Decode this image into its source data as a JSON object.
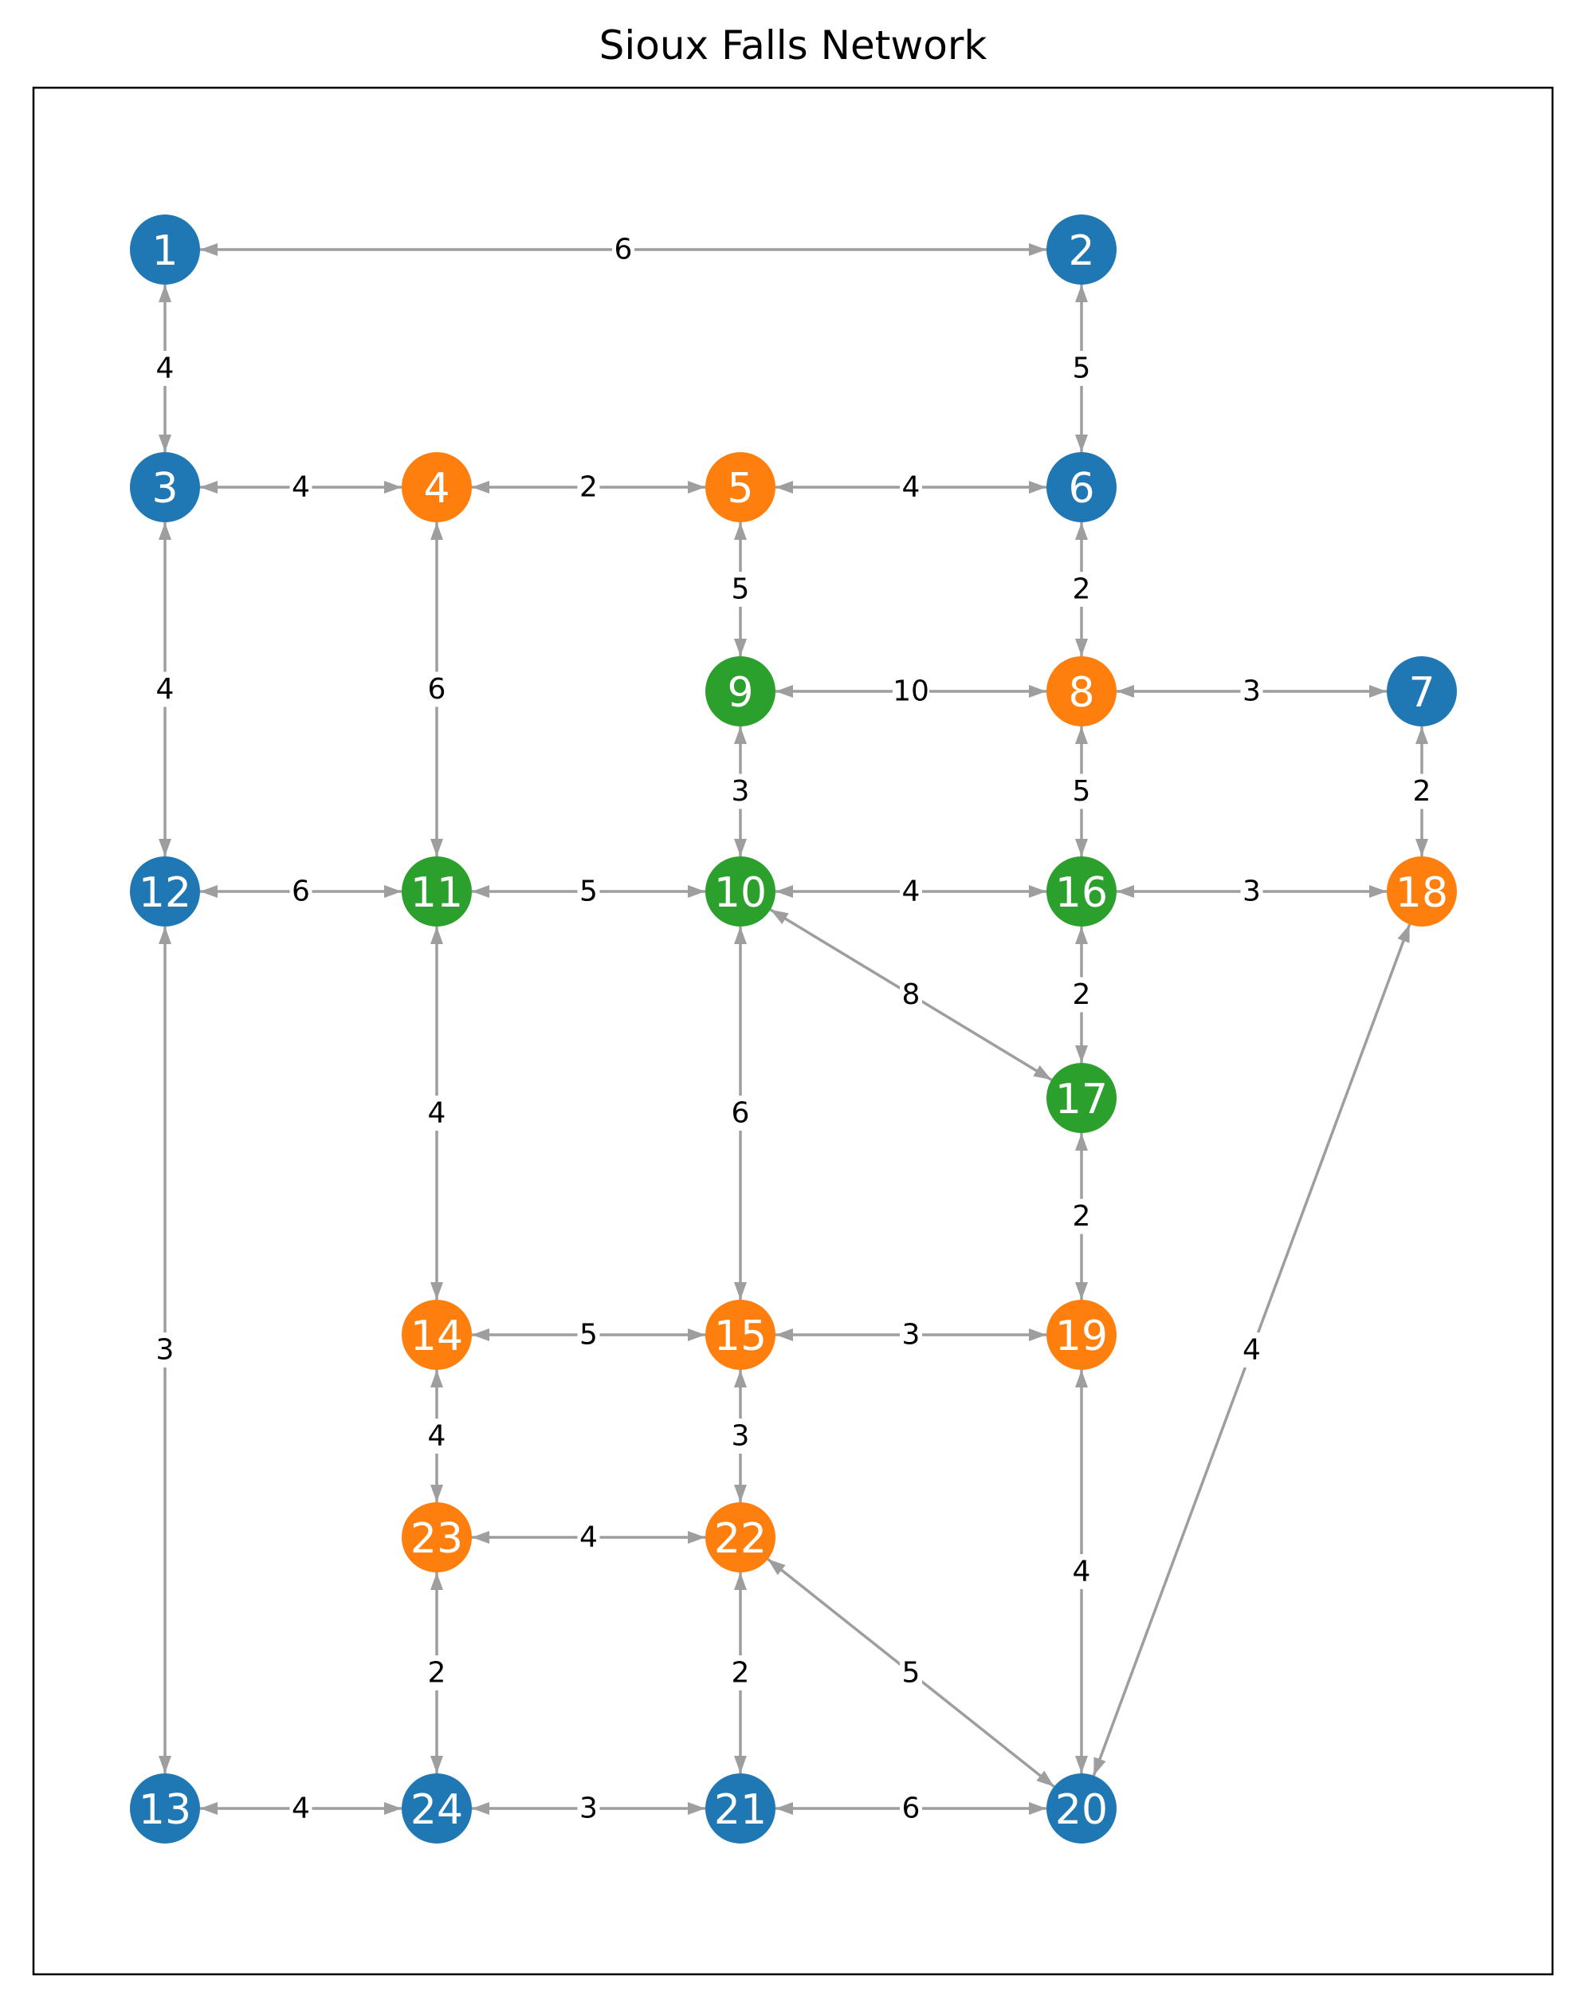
{
  "title": "Sioux Falls Network",
  "colors": {
    "blue": "#1f77b4",
    "orange": "#ff7f0e",
    "green": "#2ca02c",
    "edge": "#9e9e9e"
  },
  "nodes": [
    {
      "id": "1",
      "group": "blue"
    },
    {
      "id": "2",
      "group": "blue"
    },
    {
      "id": "3",
      "group": "blue"
    },
    {
      "id": "4",
      "group": "orange"
    },
    {
      "id": "5",
      "group": "orange"
    },
    {
      "id": "6",
      "group": "blue"
    },
    {
      "id": "7",
      "group": "blue"
    },
    {
      "id": "8",
      "group": "orange"
    },
    {
      "id": "9",
      "group": "green"
    },
    {
      "id": "10",
      "group": "green"
    },
    {
      "id": "11",
      "group": "green"
    },
    {
      "id": "12",
      "group": "blue"
    },
    {
      "id": "13",
      "group": "blue"
    },
    {
      "id": "14",
      "group": "orange"
    },
    {
      "id": "15",
      "group": "orange"
    },
    {
      "id": "16",
      "group": "green"
    },
    {
      "id": "17",
      "group": "green"
    },
    {
      "id": "18",
      "group": "orange"
    },
    {
      "id": "19",
      "group": "orange"
    },
    {
      "id": "20",
      "group": "blue"
    },
    {
      "id": "21",
      "group": "blue"
    },
    {
      "id": "22",
      "group": "orange"
    },
    {
      "id": "23",
      "group": "orange"
    },
    {
      "id": "24",
      "group": "blue"
    }
  ],
  "edges": [
    {
      "from": "1",
      "to": "2",
      "weight": "6"
    },
    {
      "from": "1",
      "to": "3",
      "weight": "4"
    },
    {
      "from": "2",
      "to": "6",
      "weight": "5"
    },
    {
      "from": "3",
      "to": "4",
      "weight": "4"
    },
    {
      "from": "3",
      "to": "12",
      "weight": "4"
    },
    {
      "from": "4",
      "to": "5",
      "weight": "2"
    },
    {
      "from": "4",
      "to": "11",
      "weight": "6"
    },
    {
      "from": "5",
      "to": "6",
      "weight": "4"
    },
    {
      "from": "5",
      "to": "9",
      "weight": "5"
    },
    {
      "from": "6",
      "to": "8",
      "weight": "2"
    },
    {
      "from": "7",
      "to": "8",
      "weight": "3"
    },
    {
      "from": "7",
      "to": "18",
      "weight": "2"
    },
    {
      "from": "8",
      "to": "9",
      "weight": "10"
    },
    {
      "from": "8",
      "to": "16",
      "weight": "5"
    },
    {
      "from": "9",
      "to": "10",
      "weight": "3"
    },
    {
      "from": "10",
      "to": "11",
      "weight": "5"
    },
    {
      "from": "10",
      "to": "15",
      "weight": "6"
    },
    {
      "from": "10",
      "to": "16",
      "weight": "4"
    },
    {
      "from": "10",
      "to": "17",
      "weight": "8"
    },
    {
      "from": "11",
      "to": "12",
      "weight": "6"
    },
    {
      "from": "11",
      "to": "14",
      "weight": "4"
    },
    {
      "from": "12",
      "to": "13",
      "weight": "3"
    },
    {
      "from": "13",
      "to": "24",
      "weight": "4"
    },
    {
      "from": "14",
      "to": "15",
      "weight": "5"
    },
    {
      "from": "14",
      "to": "23",
      "weight": "4"
    },
    {
      "from": "15",
      "to": "19",
      "weight": "3"
    },
    {
      "from": "15",
      "to": "22",
      "weight": "3"
    },
    {
      "from": "16",
      "to": "17",
      "weight": "2"
    },
    {
      "from": "16",
      "to": "18",
      "weight": "3"
    },
    {
      "from": "17",
      "to": "19",
      "weight": "2"
    },
    {
      "from": "18",
      "to": "20",
      "weight": "4"
    },
    {
      "from": "19",
      "to": "20",
      "weight": "4"
    },
    {
      "from": "20",
      "to": "21",
      "weight": "6"
    },
    {
      "from": "20",
      "to": "22",
      "weight": "5"
    },
    {
      "from": "21",
      "to": "22",
      "weight": "2"
    },
    {
      "from": "21",
      "to": "24",
      "weight": "3"
    },
    {
      "from": "22",
      "to": "23",
      "weight": "4"
    },
    {
      "from": "23",
      "to": "24",
      "weight": "2"
    }
  ]
}
